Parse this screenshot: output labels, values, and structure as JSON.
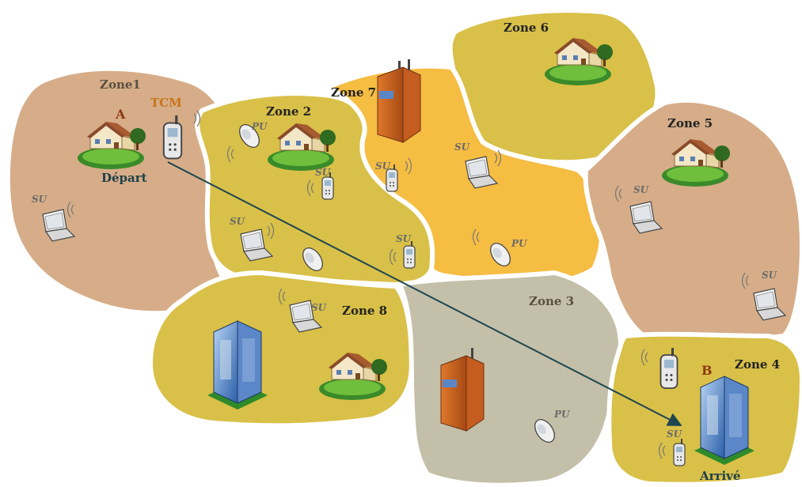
{
  "zones": [
    {
      "id": "zone1",
      "label": "Zone1"
    },
    {
      "id": "zone2",
      "label": "Zone 2"
    },
    {
      "id": "zone3",
      "label": "Zone 3"
    },
    {
      "id": "zone4",
      "label": "Zone 4"
    },
    {
      "id": "zone5",
      "label": "Zone 5"
    },
    {
      "id": "zone6",
      "label": "Zone 6"
    },
    {
      "id": "zone7",
      "label": "Zone 7"
    },
    {
      "id": "zone8",
      "label": "Zone 8"
    }
  ],
  "markers": {
    "a": "A",
    "b": "B",
    "tcm": "TCM",
    "depart": "Départ",
    "arrive": "Arrivé"
  },
  "device_labels": {
    "su": "SU",
    "pu": "PU"
  },
  "colors": {
    "zone_beige": "#d6ad88",
    "zone_yellow": "#d9c048",
    "zone_orange": "#f6bd43",
    "zone_gray": "#c4bfa8",
    "border": "#ffffff",
    "path": "#1d4650",
    "marker_red": "#8b3a0f",
    "tcm_orange": "#c8741a"
  }
}
